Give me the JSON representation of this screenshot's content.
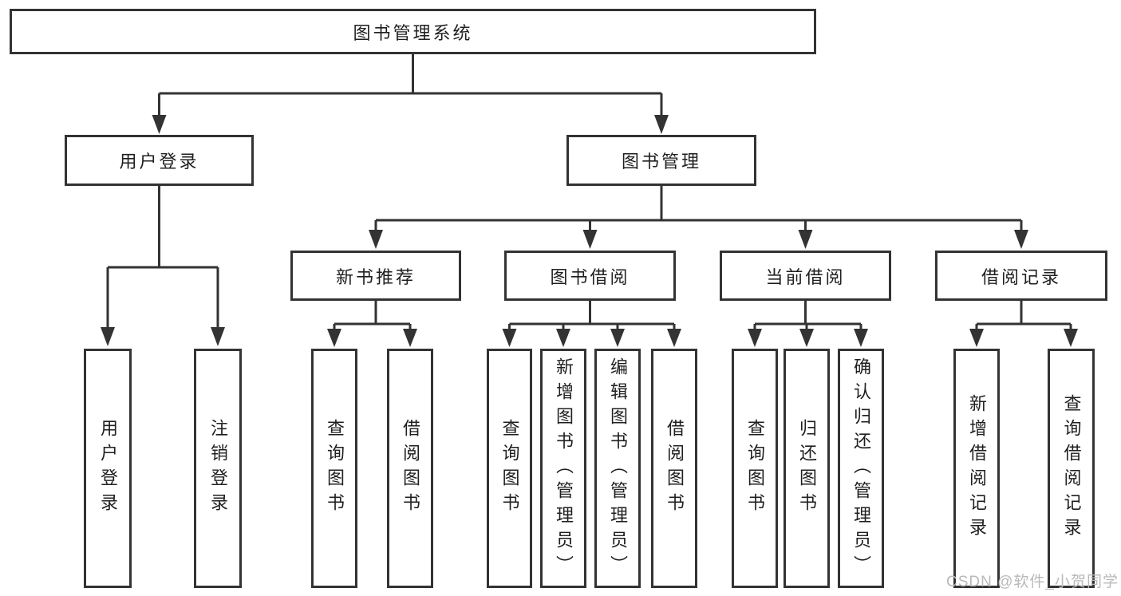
{
  "diagram_type": "hierarchy-tree",
  "colors": {
    "line": "#333333",
    "box_border": "#333333",
    "text": "#1f1f1f",
    "watermark": "#b9b9b9",
    "background": "#ffffff"
  },
  "tree": {
    "label": "图书管理系统",
    "children": [
      {
        "label": "用户登录",
        "children": [
          {
            "label": "用户登录"
          },
          {
            "label": "注销登录"
          }
        ]
      },
      {
        "label": "图书管理",
        "children": [
          {
            "label": "新书推荐",
            "children": [
              {
                "label": "查询图书"
              },
              {
                "label": "借阅图书"
              }
            ]
          },
          {
            "label": "图书借阅",
            "children": [
              {
                "label": "查询图书"
              },
              {
                "label": "新增图书（管理员）"
              },
              {
                "label": "编辑图书（管理员）"
              },
              {
                "label": "借阅图书"
              }
            ]
          },
          {
            "label": "当前借阅",
            "children": [
              {
                "label": "查询图书"
              },
              {
                "label": "归还图书"
              },
              {
                "label": "确认归还（管理员）"
              }
            ]
          },
          {
            "label": "借阅记录",
            "children": [
              {
                "label": "新增借阅记录"
              },
              {
                "label": "查询借阅记录"
              }
            ]
          }
        ]
      }
    ]
  },
  "watermark": {
    "text": "CSDN @软件_小贺同学"
  }
}
